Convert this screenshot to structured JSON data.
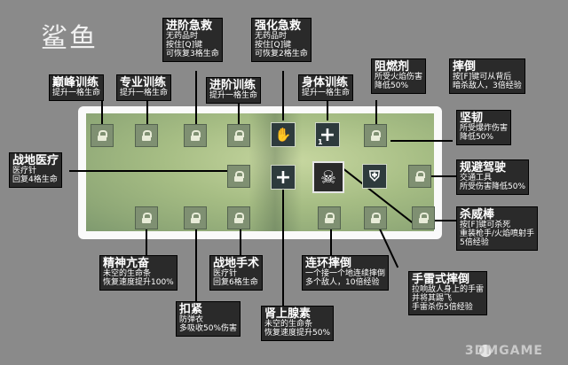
{
  "page": {
    "title": "鲨鱼"
  },
  "labels": {
    "dianfeng": {
      "title": "巅峰训练",
      "lines": [
        "提升一格生命"
      ]
    },
    "zhuanye": {
      "title": "专业训练",
      "lines": [
        "提升一格生命"
      ]
    },
    "jinjie_jijiu": {
      "title": "进阶急救",
      "lines": [
        "无药品时",
        "按住[Q]键",
        "可恢复3格生命"
      ]
    },
    "jinjie_xunlian": {
      "title": "进阶训练",
      "lines": [
        "提升一格生命"
      ]
    },
    "qianghua_jijiu": {
      "title": "强化急救",
      "lines": [
        "无药品时",
        "按住[Q]键",
        "可恢复2格生命"
      ]
    },
    "shenti": {
      "title": "身体训练",
      "lines": [
        "提升一格生命"
      ]
    },
    "zuranji": {
      "title": "阻燃剂",
      "lines": [
        "所受火焰伤害",
        "降低50%"
      ]
    },
    "shuaidao": {
      "title": "摔倒",
      "lines": [
        "按[F]键可从背后",
        "暗杀敌人，3倍经验"
      ]
    },
    "jianren": {
      "title": "坚韧",
      "lines": [
        "所受爆炸伤害",
        "降低50%"
      ]
    },
    "zhandi_yiliao": {
      "title": "战地医疗",
      "lines": [
        "医疗针",
        "回复4格生命"
      ]
    },
    "guibi": {
      "title": "规避驾驶",
      "lines": [
        "交通工具",
        "所受伤害降低50%"
      ]
    },
    "shaweibang": {
      "title": "杀威棒",
      "lines": [
        "按[F]键可杀死",
        "重装枪手/火焰喷射手",
        "5倍经验"
      ]
    },
    "jingshen": {
      "title": "精神亢奋",
      "lines": [
        "未空的生命条",
        "恢复速度提升100%"
      ]
    },
    "zhandi_shoushu": {
      "title": "战地手术",
      "lines": [
        "医疗针",
        "回复6格生命"
      ]
    },
    "lianhuan": {
      "title": "连环摔倒",
      "lines": [
        "一个接一个地连续摔倒",
        "多个敌人，10倍经验"
      ]
    },
    "shouleishi": {
      "title": "手雷式摔倒",
      "lines": [
        "拉响敌人身上的手雷",
        "并将其踢飞",
        "手雷杀伤5倍经验"
      ]
    },
    "kouj": {
      "title": "扣紧",
      "lines": [
        "防弹衣",
        "多吸收50%伤害"
      ]
    },
    "shenshangxiansu": {
      "title": "肾上腺素",
      "lines": [
        "未空的生命条",
        "恢复速度提升50%"
      ]
    }
  },
  "board": {
    "badge": "1"
  },
  "icons": {
    "skull": "☠",
    "plus": "+",
    "hand": "✋",
    "shield": "⛨"
  },
  "watermark": {
    "text": "3DMGAME"
  }
}
